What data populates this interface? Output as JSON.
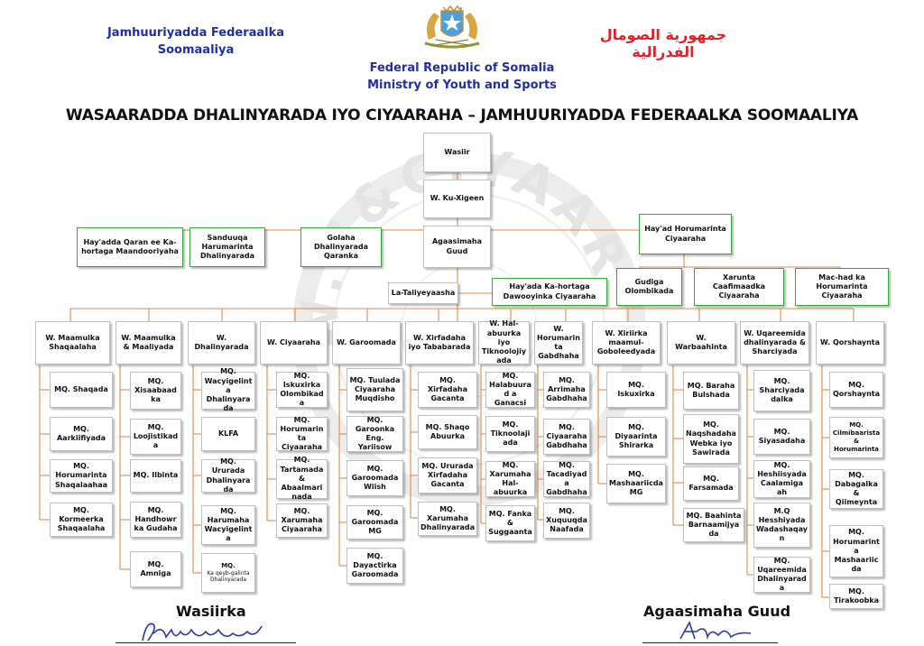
{
  "header": {
    "left": [
      "Jamhuuriyadda Federaalka",
      "Soomaaliya"
    ],
    "right": [
      "جمهورية الصومال",
      "الفدرالية"
    ],
    "center": [
      "Federal Republic of Somalia",
      "Ministry of Youth and Sports"
    ]
  },
  "title": "WASAARADDA DHALINYARADA IYO CIYAARAHA – JAMHUURIYADDA FEDERAALKA SOOMAALIYA",
  "watermark": {
    "text": "W.H&CIYAARAHA"
  },
  "top": {
    "wasiir": "Wasiir",
    "kuxigeen": "W. Ku-Xigeen",
    "agaasimaha": "Agaasimaha Guud",
    "taliye": "La-Taliyeyaasha"
  },
  "left_agencies": [
    "Hay'adda Qaran ee Ka-hortaga Maandooriyaha",
    "Sanduuqa Harumarinta Dhalinyarada",
    "Golaha Dhalinyarada Qaranka"
  ],
  "right_agencies": {
    "horumarinta": "Hay'ad Horumarinta Ciyaaraha",
    "dawooyinka": "Hay'ada Ka-hortaga Dawooyinka Ciyaaraha",
    "gudiga": "Gudiga Olombikada",
    "xarunta": "Xarunta Caafimaadka Ciyaaraha",
    "machad": "Mac-had ka Horumarinta Ciyaaraha"
  },
  "departments": [
    {
      "name": "W. Maamulka Shaqaalaha",
      "units": [
        "MQ. Shaqada",
        "MQ. Aarkiifiyada",
        "MQ. Horumarinta Shaqalaahaa",
        "MQ. Kormeerka Shaqaalaha"
      ]
    },
    {
      "name": "W. Maamulka & Maaliyada",
      "units": [
        "MQ. Xisaabaadka",
        "MQ. Loojistikada",
        "MQ. Ilbinta",
        "MQ. Handhowrka Gudaha",
        "MQ. Amniga"
      ]
    },
    {
      "name": "W. Dhalinyarada",
      "units": [
        "MQ. Wacyigelinta Dhalinyarada",
        "KLFA",
        "MQ. Ururada Dhalinyarada",
        "MQ. Harumaha Wacyigelinta",
        "MQ.",
        "Ka qeyb-galinta Dhalinyarada"
      ]
    },
    {
      "name": "W. Ciyaaraha",
      "units": [
        "MQ. Iskuxirka Olombikada",
        "MQ. Horumarinta Ciyaaraha",
        "MQ. Tartamada & Abaalmarinada",
        "MQ. Xarumaha Ciyaaraha"
      ]
    },
    {
      "name": "W. Garoomada",
      "units": [
        "MQ. Tuulada Ciyaaraha Muqdisho",
        "MQ. Garoonka Eng. Yariisow",
        "MQ. Garoomada Wiish",
        "MQ. Garoomada MG",
        "MQ. Dayactirka Garoomada"
      ]
    },
    {
      "name": "W. Xirfadaha iyo Tababarada",
      "units": [
        "MQ. Xirfadaha Gacanta",
        "MQ. Shaqo Abuurka",
        "MQ. Ururada Xirfadaha Gacanta",
        "MQ. Xarumaha Dhalinyarada"
      ]
    },
    {
      "name": "W. Hal-abuurka iyo Tiknoolojiyada",
      "units": [
        "MQ. Halabuurad a Ganacsi",
        "MQ. Tiknoolajiada",
        "MQ. Xarumaha Hal-abuurka",
        "MQ. Fanka & Suggaanta"
      ]
    },
    {
      "name": "W. Horumarinta Gabdhaha",
      "units": [
        "MQ. Arrimaha Gabdhaha",
        "MQ. Ciyaaraha Gabdhaha",
        "MQ. Tacadiyada Gabdhaha",
        "MQ. Xuquuqda Naafada"
      ]
    },
    {
      "name": "W. Xiriirka maamul-Goboleedyada",
      "units": [
        "MQ. Iskuxirka",
        "MQ. Diyaarinta Shirarka",
        "MQ. Mashaariicda MG"
      ]
    },
    {
      "name": "W. Warbaahinta",
      "units": [
        "MQ. Baraha Bulshada",
        "MQ. Naqshadaha Webka iyo Sawirada",
        "MQ. Farsamada",
        "MQ. Baahinta Barnaamijyada"
      ]
    },
    {
      "name": "W. Uqareemida dhalinyarada & Sharciyada",
      "units": [
        "MQ. Sharciyada dalka",
        "MQ. Siyasadaha",
        "MQ. Heshiisyada Caalamiga ah",
        "M.Q Hesshiyada Wadashaqayn",
        "MQ. Uqareemida Dhalinyarada"
      ]
    },
    {
      "name": "W. Qorshaynta",
      "units": [
        "MQ. Qorshaynta",
        "MQ. Cilmibaarista & Horumarinta",
        "MQ. Dabagalka & Qiimeynta",
        "MQ. Horumarinta Mashaariicda",
        "MQ. Tirakoobka"
      ]
    }
  ],
  "signatures": {
    "left_label": "Wasiirka",
    "right_label": "Agaasimaha Guud"
  }
}
